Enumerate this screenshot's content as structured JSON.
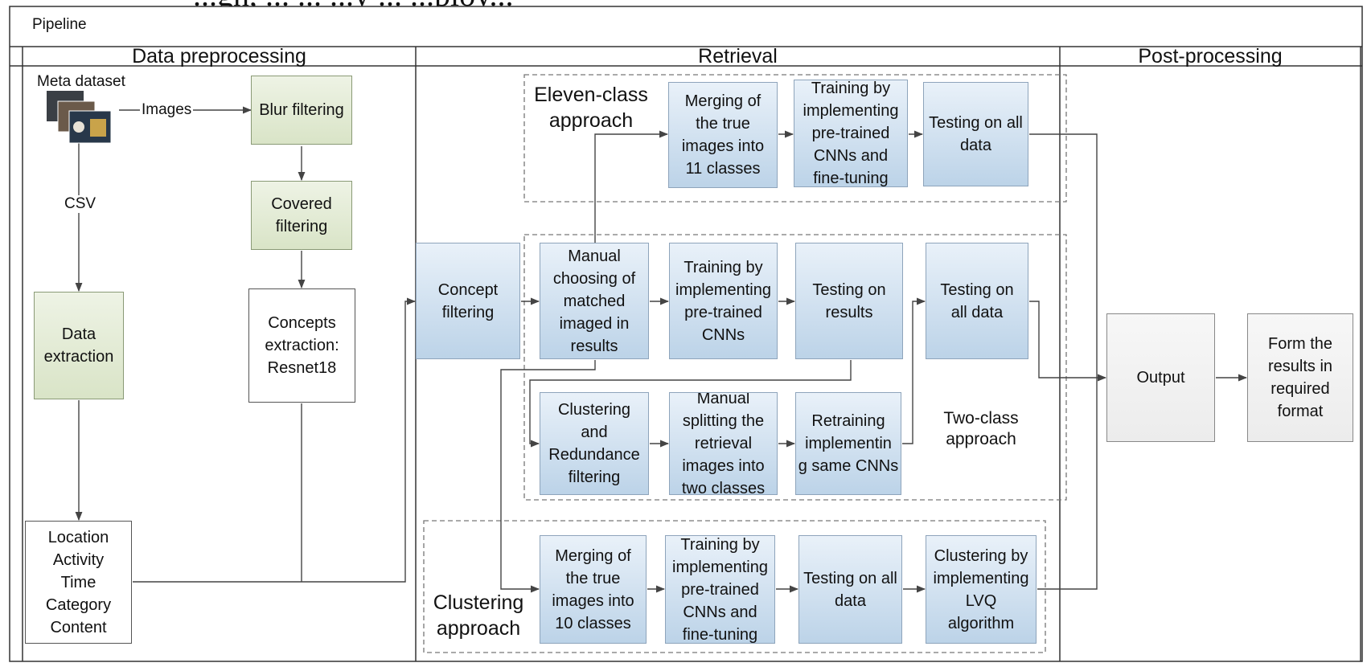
{
  "cropped_title": "...gn, ... ... ...y ... ...ploy...",
  "pipeline_label": "Pipeline",
  "lanes": {
    "data_preprocessing": "Data preprocessing",
    "retrieval": "Retrieval",
    "post_processing": "Post-processing"
  },
  "groups": {
    "eleven_class": "Eleven-class\napproach",
    "two_class": "Two-class\napproach",
    "clustering": "Clustering\napproach"
  },
  "edge_labels": {
    "meta_dataset": "Meta dataset",
    "images": "Images",
    "csv": "CSV"
  },
  "nodes": {
    "blur_filtering": "Blur filtering",
    "covered_filtering": "Covered\nfiltering",
    "concepts_extraction": "Concepts\nextraction:\nResnet18",
    "data_extraction": "Data\nextraction",
    "metadata_fields": "Location\nActivity\nTime\nCategory\nContent",
    "concept_filtering": "Concept\nfiltering",
    "ec_merging": "Merging of\nthe true\nimages into\n11 classes",
    "ec_training": "Training by\nimplementing\npre-trained\nCNNs and\nfine-tuning",
    "ec_testing": "Testing on all\ndata",
    "tc_manual_choosing": "Manual\nchoosing of\nmatched\nimaged in\nresults",
    "tc_training": "Training by\nimplementing\npre-trained\nCNNs",
    "tc_testing_results": "Testing on\nresults",
    "tc_testing_all": "Testing on\nall data",
    "tc_clustering": "Clustering\nand\nRedundance\nfiltering",
    "tc_manual_splitting": "Manual\nsplitting  the\nretrieval\nimages into\ntwo classes",
    "tc_retraining": "Retraining\nimplementin\ng same CNNs",
    "cl_merging": "Merging of\nthe true\nimages into\n10 classes",
    "cl_training": "Training by\nimplementing\npre-trained\nCNNs and\nfine-tuning",
    "cl_testing": "Testing on all\ndata",
    "cl_clustering_lvq": "Clustering by\nimplementing\nLVQ\nalgorithm",
    "output": "Output",
    "form_results": "Form the\nresults in\nrequired\nformat"
  },
  "colors": {
    "process_blue": "#bcd3e8",
    "filter_green": "#d9e4c7",
    "line": "#444444"
  }
}
